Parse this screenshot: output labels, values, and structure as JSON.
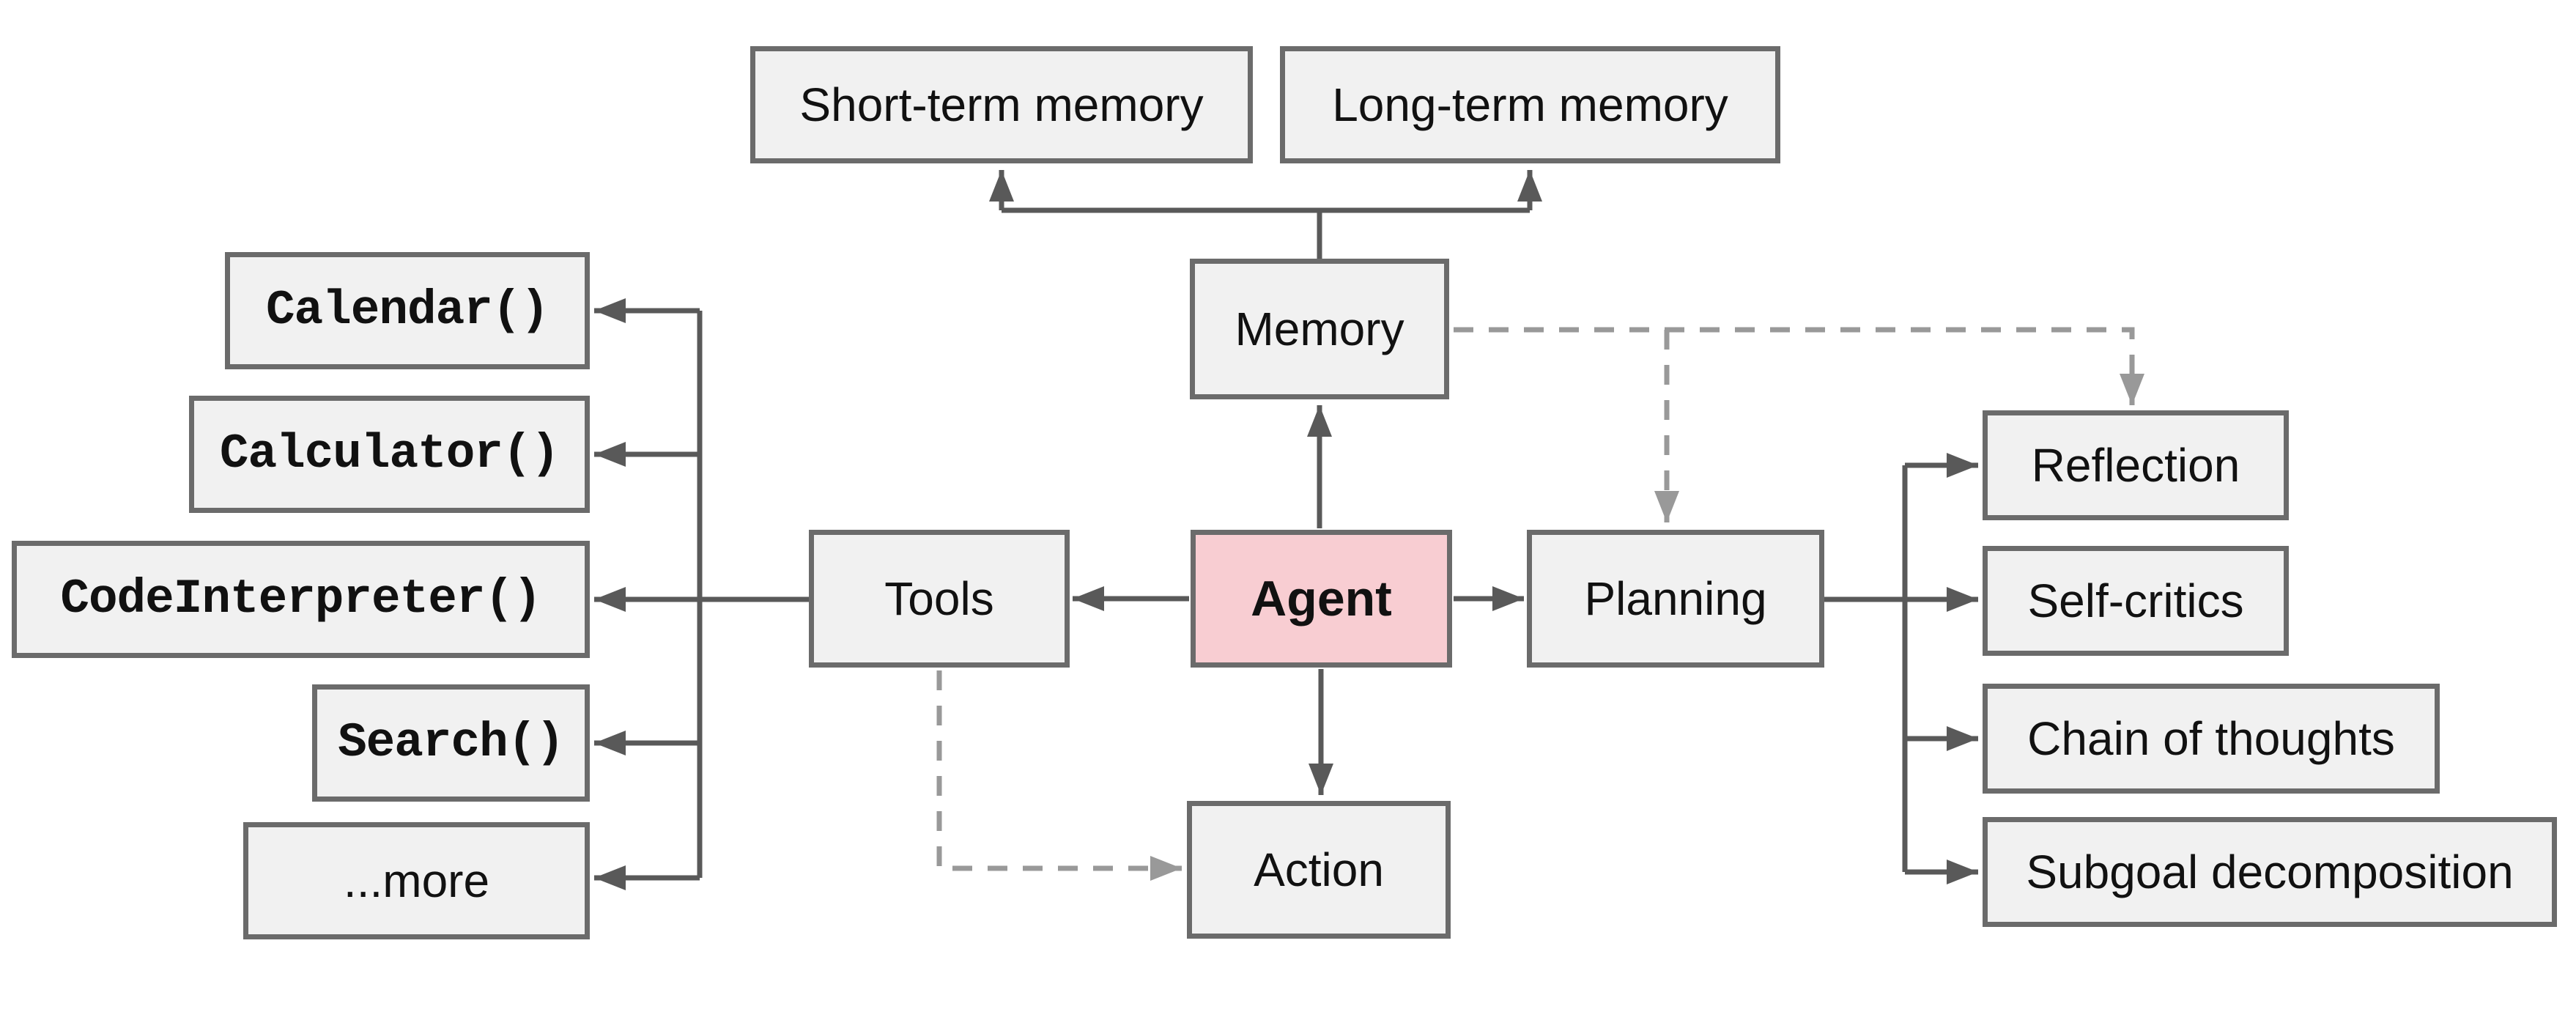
{
  "nodes": {
    "agent": "Agent",
    "memory": "Memory",
    "tools": "Tools",
    "planning": "Planning",
    "action": "Action",
    "short_term_memory": "Short-term memory",
    "long_term_memory": "Long-term memory"
  },
  "tool_items": [
    "Calendar()",
    "Calculator()",
    "CodeInterpreter()",
    "Search()",
    "...more"
  ],
  "planning_items": [
    "Reflection",
    "Self-critics",
    "Chain of thoughts",
    "Subgoal decomposition"
  ],
  "colors": {
    "box_fill": "#f1f1f1",
    "box_border": "#6b6b6b",
    "agent_fill": "#f8cdd2",
    "solid_edge": "#595959",
    "dashed_edge": "#999999",
    "text": "#111111",
    "background": "#ffffff"
  }
}
